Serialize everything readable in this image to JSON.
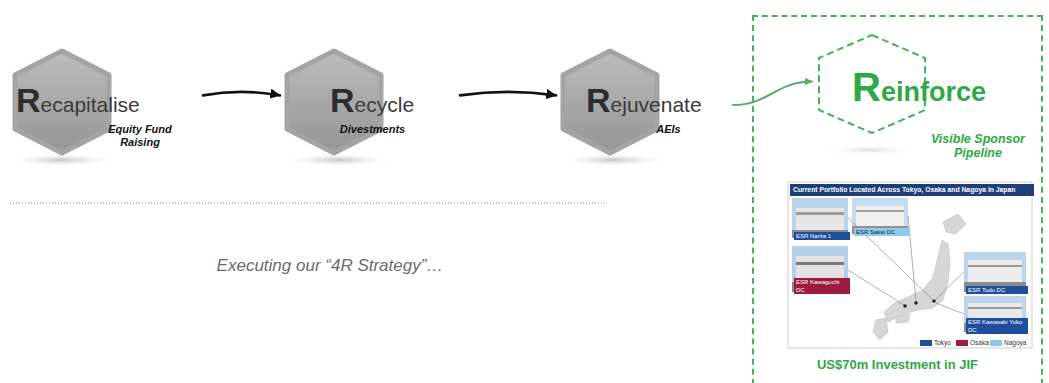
{
  "diagram": {
    "nodes": [
      {
        "text": [
          "Recapitalise",
          "Equity Fund Raising"
        ]
      },
      {
        "text": [
          "Recycle",
          "Divestments"
        ]
      },
      {
        "text": [
          "Rejuvenate",
          "AEIs"
        ]
      },
      {
        "text": [
          "US$70m Investment in JIF"
        ]
      },
      {
        "text": [
          "Reinforce",
          "Visible Sponsor Pipeline"
        ],
        "in": 3
      },
      {
        "text": [
          "Current Portfolio Located Across Tokyo, Osaka and Nagoya in Japan"
        ],
        "in": 3
      }
    ],
    "edges": [
      {
        "from": 0,
        "to": 1,
        "arrow": "to"
      },
      {
        "from": 1,
        "to": 2,
        "arrow": "to"
      },
      {
        "from": 2,
        "to": 4,
        "arrow": "to"
      }
    ],
    "labels": [
      "Executing our “4R Strategy”…",
      "ESR Narita 1",
      "ESR Sakai DC",
      "ESR Kawaguchi DC",
      "ESR Todo DC",
      "ESR Kawasaki Yoko DC"
    ],
    "legend": [
      {
        "text": "Tokyo",
        "color": "#1f4e9c"
      },
      {
        "text": "Osaka",
        "color": "#9c1c3c"
      },
      {
        "text": "Nagoya",
        "color": "#8ecaf0"
      }
    ]
  }
}
